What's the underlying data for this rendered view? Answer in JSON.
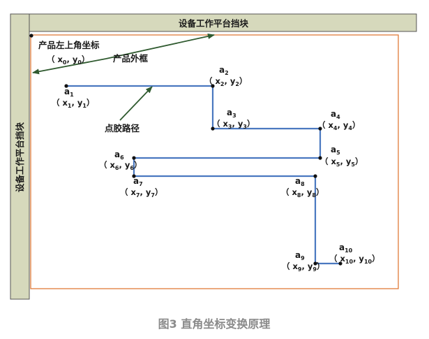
{
  "top_stop_label": "设备工作平台挡块",
  "left_stop_label": "设备工作平台挡块",
  "product_origin_label": "产品左上角坐标",
  "product_origin_coord": {
    "open": "（ x",
    "sub1": "0",
    "mid": ", y",
    "sub2": "0",
    "close": "）"
  },
  "product_frame_label": "产品外框",
  "glue_path_label": "点胶路径",
  "points": [
    {
      "id": "a1",
      "name": "a",
      "sub": "1",
      "cx": "x",
      "cy": "y",
      "csub": "1"
    },
    {
      "id": "a2",
      "name": "a",
      "sub": "2",
      "cx": "x",
      "cy": "y",
      "csub": "2"
    },
    {
      "id": "a3",
      "name": "a",
      "sub": "3",
      "cx": "x",
      "cy": "y",
      "csub": "3"
    },
    {
      "id": "a4",
      "name": "a",
      "sub": "4",
      "cx": "x",
      "cy": "y",
      "csub": "4"
    },
    {
      "id": "a5",
      "name": "a",
      "sub": "5",
      "cx": "x",
      "cy": "y",
      "csub": "5"
    },
    {
      "id": "a6",
      "name": "a",
      "sub": "6",
      "cx": "x",
      "cy": "y",
      "csub": "6"
    },
    {
      "id": "a7",
      "name": "a",
      "sub": "7",
      "cx": "x",
      "cy": "y",
      "csub": "7"
    },
    {
      "id": "a8",
      "name": "a",
      "sub": "8",
      "cx": "x",
      "cy": "y",
      "csub": "8"
    },
    {
      "id": "a9",
      "name": "a",
      "sub": "9",
      "cx": "x",
      "cy": "y",
      "csub": "9"
    },
    {
      "id": "a10",
      "name": "a",
      "sub": "10",
      "cx": "x",
      "cy": "y",
      "csub": "10"
    }
  ],
  "caption": "图3 直角坐标变换原理",
  "colors": {
    "stop_fill": "#d6d9bc",
    "stop_border": "#555555",
    "frame": "#e07b39",
    "path": "#4a78c0",
    "arrow": "#2f5a2f"
  }
}
